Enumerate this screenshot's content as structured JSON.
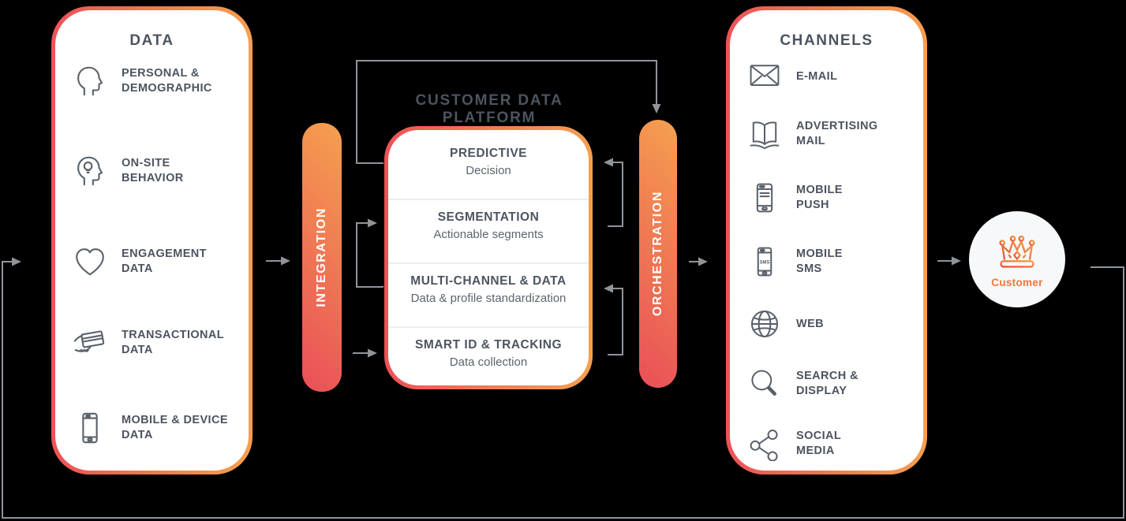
{
  "background": "#000000",
  "colors": {
    "accent_red": "#ef5157",
    "accent_orange": "#f5a04f",
    "panel_bg": "#ffffff",
    "heading_text": "#4d5460",
    "body_text": "#5d646e",
    "icon_stroke": "#5a616b",
    "connector_gray": "#8f9499",
    "customer_text": "#f0763d",
    "customer_circle_bg": "#f7f8fa"
  },
  "data_panel": {
    "title": "DATA",
    "items": [
      {
        "icon": "head-profile-icon",
        "label": "PERSONAL &\nDEMOGRAPHIC"
      },
      {
        "icon": "head-idea-icon",
        "label": "ON-SITE\nBEHAVIOR"
      },
      {
        "icon": "heart-icon",
        "label": "ENGAGEMENT\nDATA"
      },
      {
        "icon": "card-payment-icon",
        "label": "TRANSACTIONAL\nDATA"
      },
      {
        "icon": "smartphone-icon",
        "label": "MOBILE & DEVICE\nDATA"
      }
    ]
  },
  "integration_bar": {
    "label": "INTEGRATION"
  },
  "cdp": {
    "title": "CUSTOMER DATA PLATFORM",
    "rows": [
      {
        "title": "PREDICTIVE",
        "subtitle": "Decision"
      },
      {
        "title": "SEGMENTATION",
        "subtitle": "Actionable segments"
      },
      {
        "title": "MULTI-CHANNEL & DATA",
        "subtitle": "Data & profile standardization"
      },
      {
        "title": "SMART ID & TRACKING",
        "subtitle": "Data collection"
      }
    ]
  },
  "orchestration_bar": {
    "label": "ORCHESTRATION"
  },
  "channels_panel": {
    "title": "CHANNELS",
    "items": [
      {
        "icon": "envelope-icon",
        "label": "E-MAIL"
      },
      {
        "icon": "open-book-icon",
        "label": "ADVERTISING\nMAIL"
      },
      {
        "icon": "mobile-push-icon",
        "label": "MOBILE\nPUSH"
      },
      {
        "icon": "mobile-sms-icon",
        "label": "MOBILE\nSMS",
        "icon_text": "SMS"
      },
      {
        "icon": "globe-icon",
        "label": "WEB"
      },
      {
        "icon": "magnifier-icon",
        "label": "SEARCH &\nDISPLAY"
      },
      {
        "icon": "share-network-icon",
        "label": "SOCIAL\nMEDIA"
      }
    ]
  },
  "customer": {
    "icon": "crown-icon",
    "label": "Customer"
  }
}
